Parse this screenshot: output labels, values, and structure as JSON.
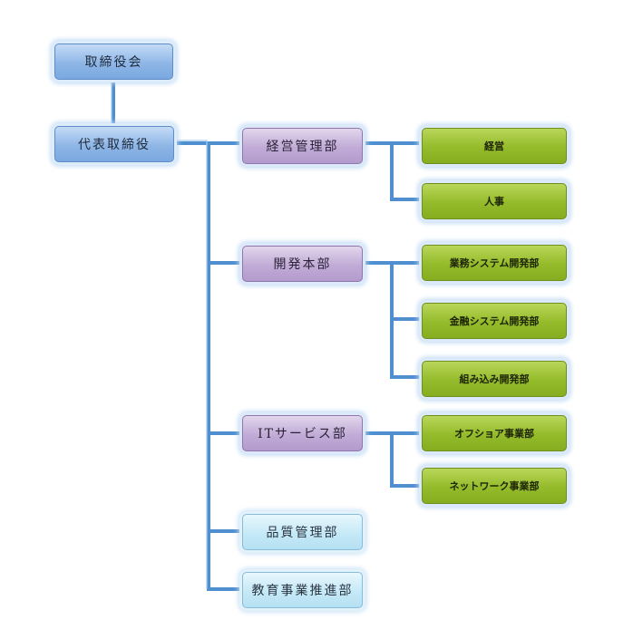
{
  "nodes": {
    "board": "取締役会",
    "ceo": "代表取締役",
    "management_dept": "経営管理部",
    "management": "経営",
    "hr": "人事",
    "dev_hq": "開発本部",
    "business_system_dev": "業務システム開発部",
    "financial_system_dev": "金融システム開発部",
    "embedded_dev": "組み込み開発部",
    "it_service_dept": "ITサービス部",
    "offshore_business": "オフショア事業部",
    "network_business": "ネットワーク事業部",
    "quality_management": "品質管理部",
    "education_business": "教育事業推進部"
  },
  "colors": {
    "connector": "#4f8fd0",
    "executive": "#8eb6e6",
    "department": "#c1abd7",
    "section": "#94bb2a",
    "staff": "#c5e9f7"
  }
}
